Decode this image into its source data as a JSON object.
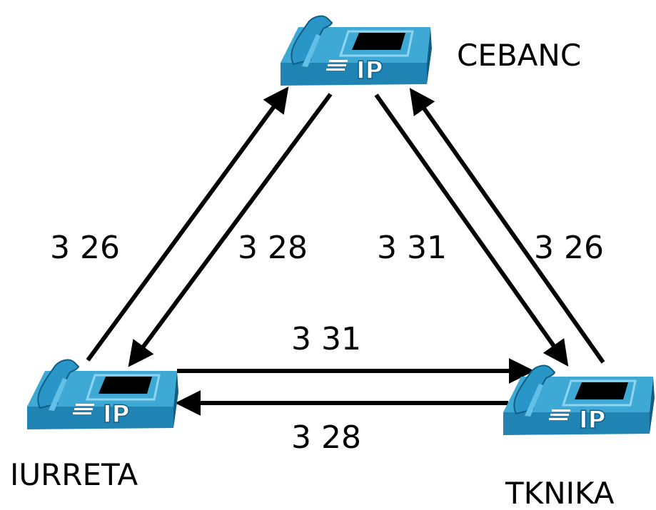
{
  "nodes": {
    "cebanc": {
      "name": "CEBANC",
      "icon": "ip-phone-icon"
    },
    "iurreta": {
      "name": "IURRETA",
      "icon": "ip-phone-icon"
    },
    "tknika": {
      "name": "TKNIKA",
      "icon": "ip-phone-icon"
    }
  },
  "phone_badge": "IP",
  "colors": {
    "phone_top": "#3fa9d6",
    "phone_side": "#1f84b4",
    "phone_dark": "#0f5e86",
    "screen": "#000000",
    "arrow": "#000000"
  },
  "links": {
    "iurreta_to_cebanc": "3 26",
    "cebanc_to_iurreta": "3 28",
    "cebanc_to_tknika": "3 31",
    "tknika_to_cebanc": "3 26",
    "iurreta_to_tknika": "3 31",
    "tknika_to_iurreta": "3 28"
  }
}
